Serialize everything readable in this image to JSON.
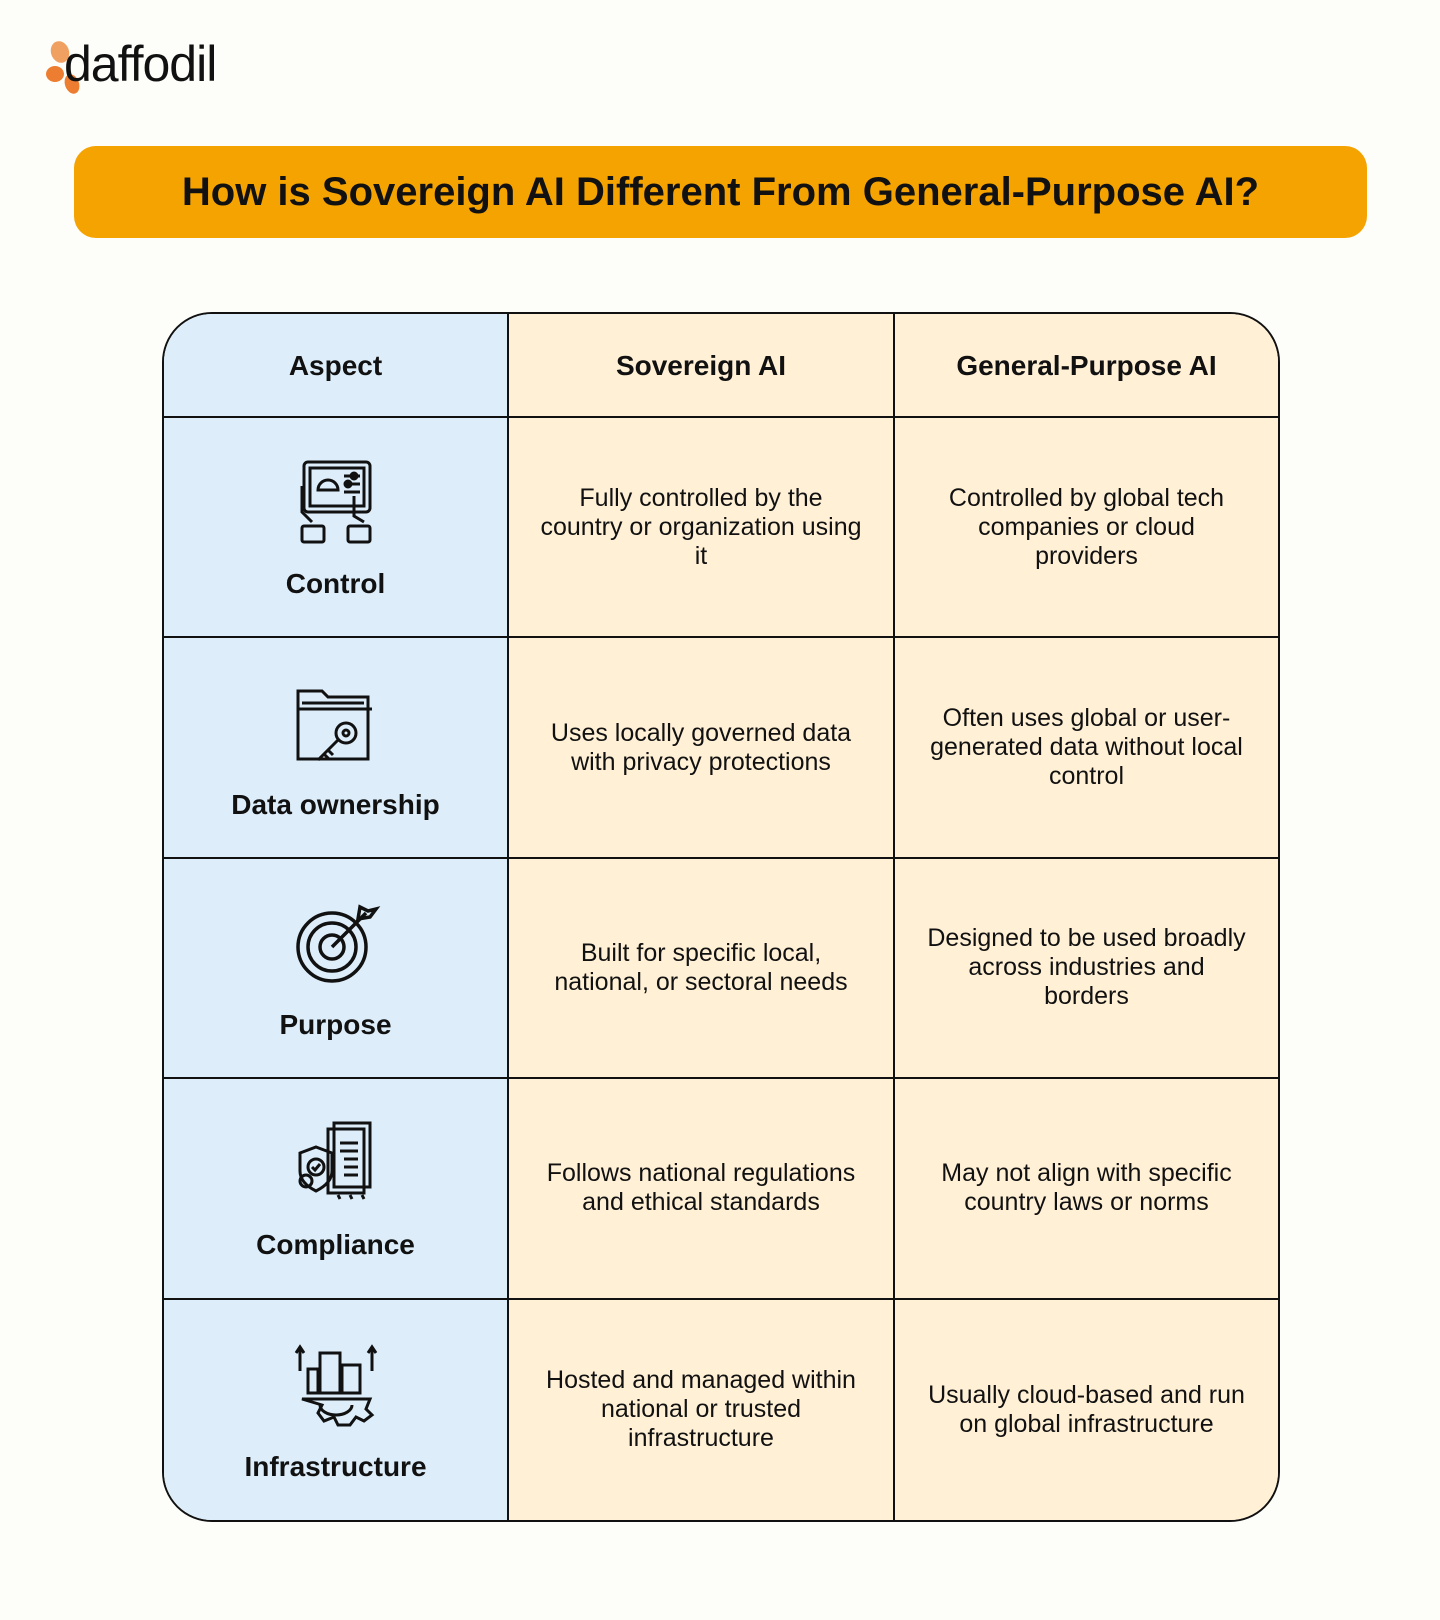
{
  "logo": {
    "text": "daffodil",
    "color": "#ed7d31"
  },
  "title": "How is Sovereign AI Different From General-Purpose AI?",
  "colors": {
    "banner": "#f5a300",
    "aspect_bg": "#ddeefa",
    "cell_bg": "#fff0d6"
  },
  "table": {
    "headers": [
      "Aspect",
      "Sovereign AI",
      "General-Purpose AI"
    ],
    "rows": [
      {
        "aspect": "Control",
        "icon": "tablet-control-icon",
        "sovereign": "Fully controlled by the country or organization using it",
        "general": "Controlled by global tech companies or cloud providers"
      },
      {
        "aspect": "Data ownership",
        "icon": "folder-key-icon",
        "sovereign": "Uses locally governed data with privacy protections",
        "general": "Often uses global or user-generated data without local control"
      },
      {
        "aspect": "Purpose",
        "icon": "target-arrow-icon",
        "sovereign": "Built for specific local, national, or sectoral needs",
        "general": "Designed to be used broadly across industries and borders"
      },
      {
        "aspect": "Compliance",
        "icon": "compliance-document-icon",
        "sovereign": "Follows national regulations and ethical standards",
        "general": "May not align with specific country laws or norms"
      },
      {
        "aspect": "Infrastructure",
        "icon": "infrastructure-gear-icon",
        "sovereign": "Hosted and managed within national or trusted infrastructure",
        "general": "Usually cloud-based and run on global infrastructure"
      }
    ]
  }
}
